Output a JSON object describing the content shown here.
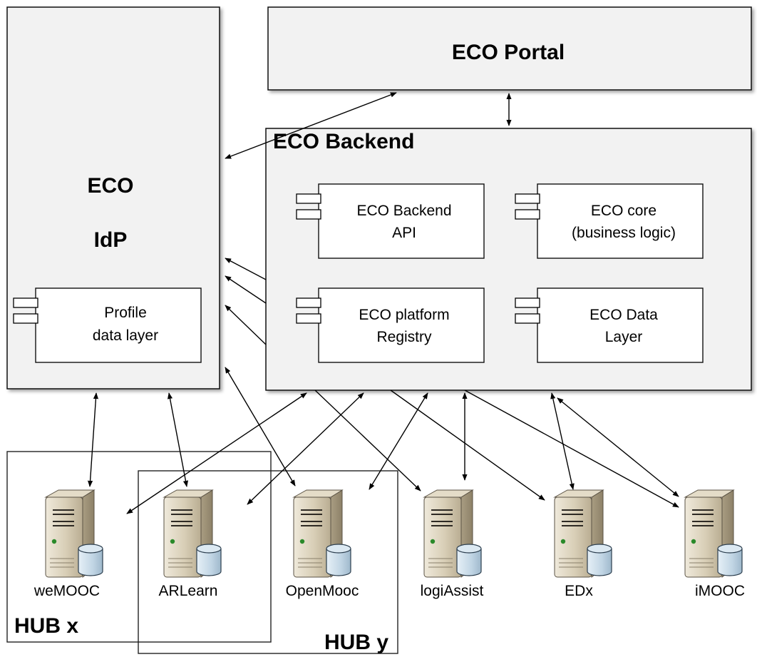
{
  "idp": {
    "line1": "ECO",
    "line2": "IdP"
  },
  "portal": {
    "title": "ECO Portal"
  },
  "backend": {
    "title": "ECO Backend"
  },
  "components": {
    "profile": [
      "Profile",
      "data layer"
    ],
    "backend_api": [
      "ECO Backend",
      "API"
    ],
    "core": [
      "ECO core",
      "(business logic)"
    ],
    "registry": [
      "ECO platform",
      "Registry"
    ],
    "data_layer": [
      "ECO Data",
      "Layer"
    ]
  },
  "servers": [
    {
      "label": "weMOOC",
      "icon": "server-database-icon"
    },
    {
      "label": "ARLearn",
      "icon": "server-database-icon"
    },
    {
      "label": "OpenMooc",
      "icon": "server-database-icon"
    },
    {
      "label": "logiAssist",
      "icon": "server-database-icon"
    },
    {
      "label": "EDx",
      "icon": "server-database-icon"
    },
    {
      "label": "iMOOC",
      "icon": "server-database-icon"
    }
  ],
  "hubs": {
    "x": "HUB x",
    "y": "HUB y"
  },
  "colors": {
    "box_fill": "#f2f2f2",
    "stroke": "#000000",
    "server_body": "#d8cfb8",
    "disk": "#c9dbe8"
  }
}
